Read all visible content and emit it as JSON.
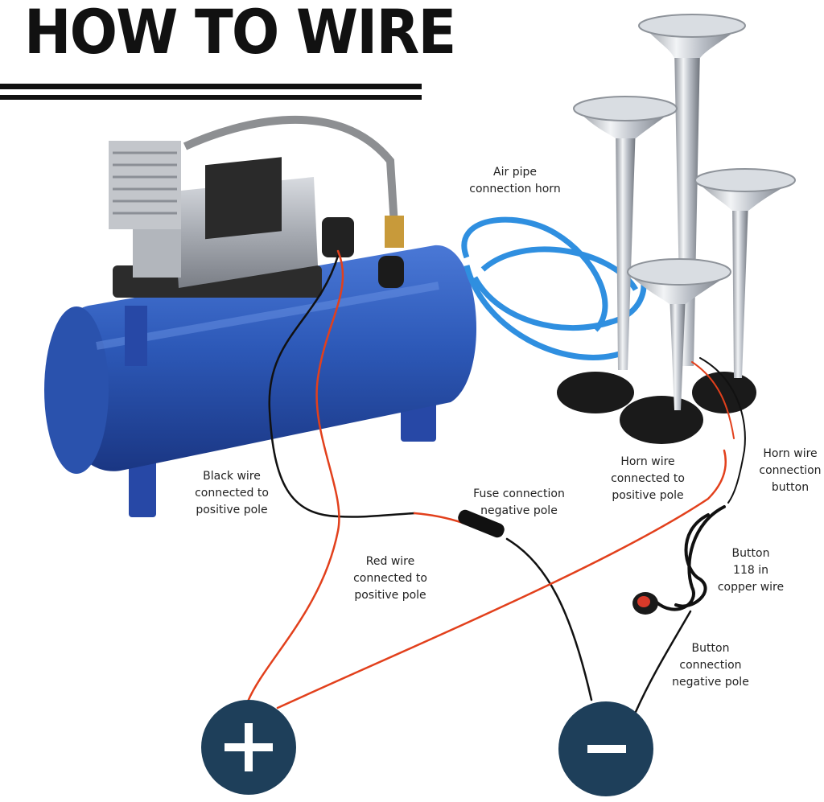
{
  "header": {
    "title": "HOW TO WIRE"
  },
  "labels": {
    "air_pipe": [
      "Air pipe",
      "connection horn"
    ],
    "black_wire": [
      "Black wire",
      "connected to",
      "positive pole"
    ],
    "fuse": [
      "Fuse connection",
      "negative pole"
    ],
    "horn_wire_pos": [
      "Horn wire",
      "connected to",
      "positive pole"
    ],
    "horn_wire_btn": [
      "Horn wire",
      "connection",
      "button"
    ],
    "red_wire": [
      "Red wire",
      "connected to",
      "positive pole"
    ],
    "button_wire": [
      "Button",
      "118 in",
      "copper wire"
    ],
    "button_neg": [
      "Button",
      "connection",
      "negative pole"
    ]
  },
  "colors": {
    "tank": "#2d59b8",
    "tank_dark": "#1c3c8a",
    "hose": "#2f8fe0",
    "chrome": "#c8ccd2",
    "red_wire": "#e2401c",
    "black_wire": "#111111",
    "pole_fill": "#1e3f5a"
  },
  "icons": {
    "positive": "plus-icon",
    "negative": "minus-icon"
  }
}
